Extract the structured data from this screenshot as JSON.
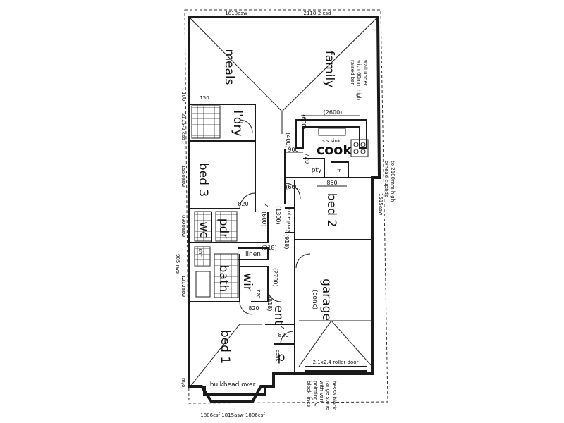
{
  "rooms": {
    "meals": "meals",
    "family": "family",
    "ldry": "l'dry",
    "cook": "cook",
    "pty": "pty",
    "fr": "fr",
    "bed3": "bed 3",
    "bed2": "bed 2",
    "wc": "wc",
    "pdr": "pdr",
    "shr": "shr",
    "bath": "bath",
    "linen": "linen",
    "wir": "wir",
    "ent": "ent",
    "garage": "garage",
    "garage_sub": "(conc)",
    "bed1": "bed 1",
    "p": "p"
  },
  "notes": {
    "raised_bar": "raised bar",
    "raised_bar_2": "with 60mm high",
    "raised_bar_3": "wall under",
    "ss_sink": "s.s.sink",
    "cupboards_1": "o/head cupbds",
    "cupboards_2": "to 2100mm high",
    "robe_pray": "robe pray",
    "roller_door": "2.1x2.4 roller door",
    "bulkhead": "bulkhead over",
    "bessa_1": "bessa block",
    "bessa_2": "range stone",
    "bessa_3": "with vari",
    "bessa_4": "pointing &",
    "bessa_5": "block lines",
    "conc": "conc",
    "sw": "s",
    "mo": "m/o"
  },
  "dims": {
    "top_left": "1818asw",
    "top_right": "2118-2 csd",
    "d150": "150",
    "d2600": "(2600)",
    "d600": "(600)",
    "d400": "(400)",
    "d900": "900",
    "d720": "720",
    "d850": "850",
    "d600b": "(600)",
    "d820a": "820",
    "d600c": "(600)",
    "d1300": "(1300)",
    "d918": "(918)",
    "d318": "(318)",
    "d2700": "(2700)",
    "d720b": "720",
    "d820b": "820",
    "d818": "(818)",
    "d820c": "820",
    "left_2115": "2115-2 csd",
    "left_1550": "1550asw",
    "left_0900": "0900asw",
    "left_905": "905 rws",
    "left_1212": "1212asw",
    "right_1515": "1515asw",
    "bottom": "1806csf  1815asw  1806csf",
    "left_100": "100"
  }
}
